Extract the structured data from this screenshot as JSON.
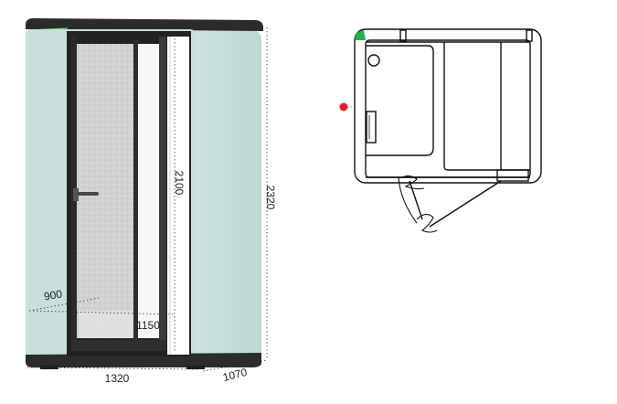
{
  "dimensions": {
    "height_inner": "2100",
    "height_outer": "2320",
    "depth_floor": "900",
    "width_door": "1150",
    "width_outer": "1320",
    "depth_outer": "1070"
  },
  "colors": {
    "shell": "#c5dedb",
    "frame": "#2a2a2a",
    "interior": "#d3d3d3",
    "accent_green": "#22b14c",
    "marker_red": "#e01e2e"
  }
}
